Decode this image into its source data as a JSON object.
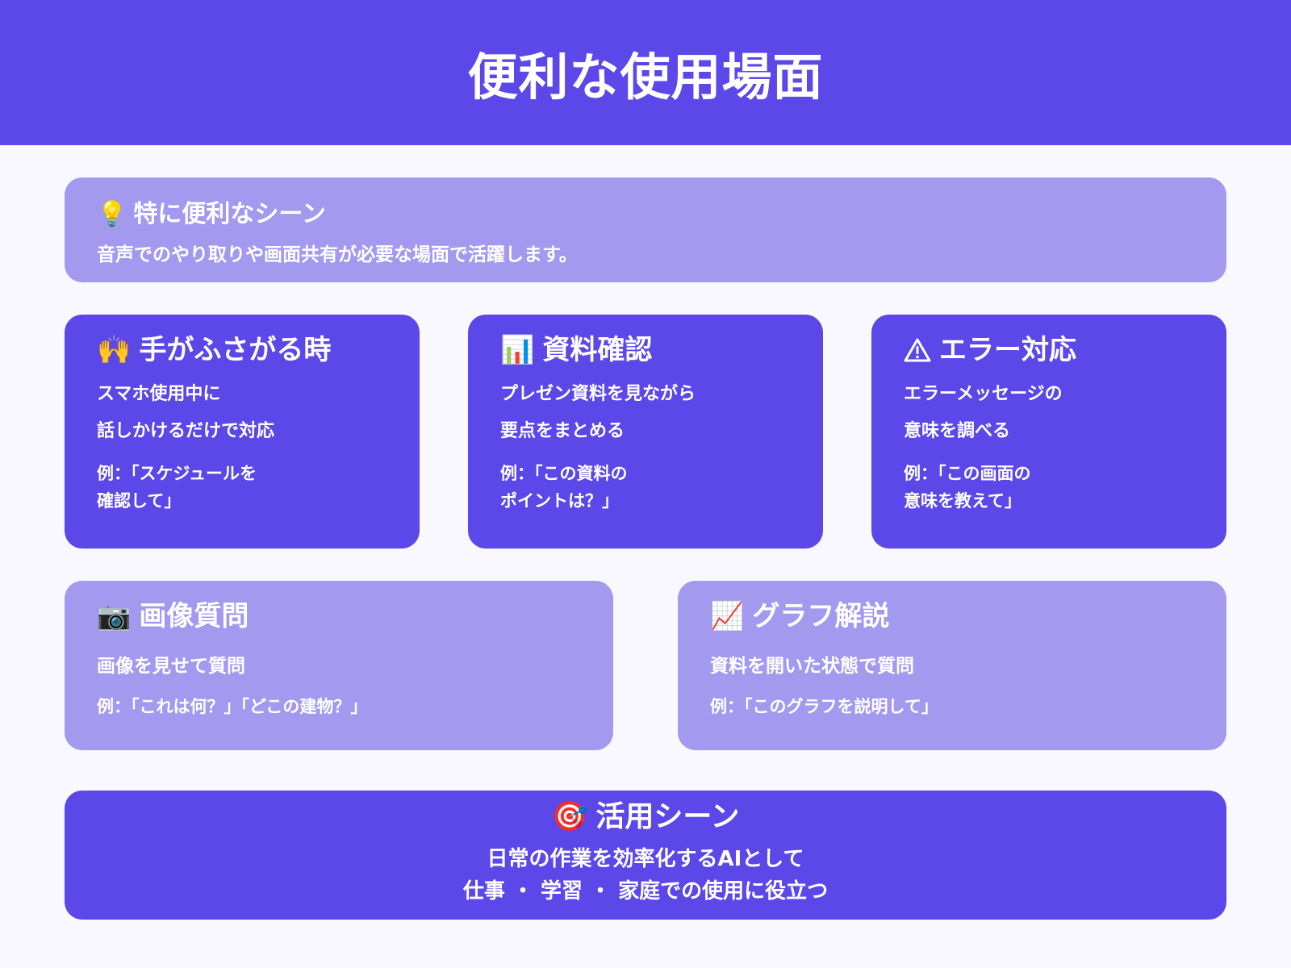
{
  "header": {
    "title": "便利な使用場面"
  },
  "colors": {
    "primary": "#5c47e9",
    "light": "#a399ef",
    "background": "#f9f8fe",
    "text": "#ffffff"
  },
  "intro": {
    "icon": "lightbulb-icon",
    "icon_glyph": "💡",
    "title": "特に便利なシーン",
    "desc": "音声でのやり取りや画面共有が必要な場面で活躍します。"
  },
  "cards": [
    {
      "icon": "raised-hands-icon",
      "icon_glyph": "🙌",
      "title": "手がふさがる時",
      "lines": [
        "スマホ使用中に",
        "話しかけるだけで対応"
      ],
      "example": "例：「スケジュールを\n確認して」"
    },
    {
      "icon": "bar-chart-icon",
      "icon_glyph": "📊",
      "title": "資料確認",
      "lines": [
        "プレゼン資料を見ながら",
        "要点をまとめる"
      ],
      "example": "例：「この資料の\nポイントは？」"
    },
    {
      "icon": "warning-icon",
      "icon_glyph": "⚠",
      "title": "エラー対応",
      "lines": [
        "エラーメッセージの",
        "意味を調べる"
      ],
      "example": "例：「この画面の\n意味を教えて」"
    },
    {
      "icon": "camera-icon",
      "icon_glyph": "📷",
      "title": "画像質問",
      "lines": [
        "画像を見せて質問"
      ],
      "example": "例：「これは何？」「どこの建物？」"
    },
    {
      "icon": "chart-increasing-icon",
      "icon_glyph": "📈",
      "title": "グラフ解説",
      "lines": [
        "資料を開いた状態で質問"
      ],
      "example": "例：「このグラフを説明して」"
    }
  ],
  "summary": {
    "icon": "target-icon",
    "icon_glyph": "🎯",
    "title": "活用シーン",
    "lines": [
      "日常の作業を効率化するAIとして",
      "仕事 ・ 学習 ・ 家庭での使用に役立つ"
    ]
  }
}
